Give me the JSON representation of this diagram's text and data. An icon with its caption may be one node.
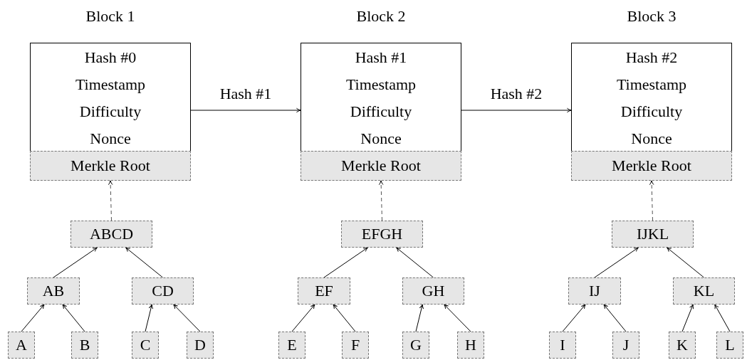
{
  "diagram": {
    "nodes": [
      {
        "text": [
          "Block 1",
          "Hash #0",
          "Timestamp",
          "Difficulty",
          "Nonce"
        ]
      },
      {
        "text": [
          "Merkle Root"
        ],
        "in": 0
      },
      {
        "text": [
          "Block 2",
          "Hash #1",
          "Timestamp",
          "Difficulty",
          "Nonce"
        ]
      },
      {
        "text": [
          "Merkle Root"
        ],
        "in": 2
      },
      {
        "text": [
          "Block 3",
          "Hash #2",
          "Timestamp",
          "Difficulty",
          "Nonce"
        ]
      },
      {
        "text": [
          "Merkle Root"
        ],
        "in": 4
      },
      {
        "text": [
          "ABCD"
        ]
      },
      {
        "text": [
          "EFGH"
        ]
      },
      {
        "text": [
          "IJKL"
        ]
      },
      {
        "text": [
          "AB"
        ]
      },
      {
        "text": [
          "CD"
        ]
      },
      {
        "text": [
          "EF"
        ]
      },
      {
        "text": [
          "GH"
        ]
      },
      {
        "text": [
          "IJ"
        ]
      },
      {
        "text": [
          "KL"
        ]
      },
      {
        "text": [
          "A"
        ]
      },
      {
        "text": [
          "B"
        ]
      },
      {
        "text": [
          "C"
        ]
      },
      {
        "text": [
          "D"
        ]
      },
      {
        "text": [
          "E"
        ]
      },
      {
        "text": [
          "F"
        ]
      },
      {
        "text": [
          "G"
        ]
      },
      {
        "text": [
          "H"
        ]
      },
      {
        "text": [
          "I"
        ]
      },
      {
        "text": [
          "J"
        ]
      },
      {
        "text": [
          "K"
        ]
      },
      {
        "text": [
          "L"
        ]
      }
    ],
    "edges": [
      {
        "from": 0,
        "to": 2,
        "label": "Hash #1",
        "arrow": "to"
      },
      {
        "from": 2,
        "to": 4,
        "label": "Hash #2",
        "arrow": "to"
      },
      {
        "from": 6,
        "to": 1,
        "arrow": "to",
        "style": "dashed"
      },
      {
        "from": 7,
        "to": 3,
        "arrow": "to",
        "style": "dashed"
      },
      {
        "from": 8,
        "to": 5,
        "arrow": "to",
        "style": "dashed"
      },
      {
        "from": 9,
        "to": 6,
        "arrow": "to"
      },
      {
        "from": 10,
        "to": 6,
        "arrow": "to"
      },
      {
        "from": 11,
        "to": 7,
        "arrow": "to"
      },
      {
        "from": 12,
        "to": 7,
        "arrow": "to"
      },
      {
        "from": 13,
        "to": 8,
        "arrow": "to"
      },
      {
        "from": 14,
        "to": 8,
        "arrow": "to"
      },
      {
        "from": 15,
        "to": 9,
        "arrow": "to"
      },
      {
        "from": 16,
        "to": 9,
        "arrow": "to"
      },
      {
        "from": 17,
        "to": 10,
        "arrow": "to"
      },
      {
        "from": 18,
        "to": 10,
        "arrow": "to"
      },
      {
        "from": 19,
        "to": 11,
        "arrow": "to"
      },
      {
        "from": 20,
        "to": 11,
        "arrow": "to"
      },
      {
        "from": 21,
        "to": 12,
        "arrow": "to"
      },
      {
        "from": 22,
        "to": 12,
        "arrow": "to"
      },
      {
        "from": 23,
        "to": 13,
        "arrow": "to"
      },
      {
        "from": 24,
        "to": 13,
        "arrow": "to"
      },
      {
        "from": 25,
        "to": 14,
        "arrow": "to"
      },
      {
        "from": 26,
        "to": 14,
        "arrow": "to"
      }
    ]
  }
}
